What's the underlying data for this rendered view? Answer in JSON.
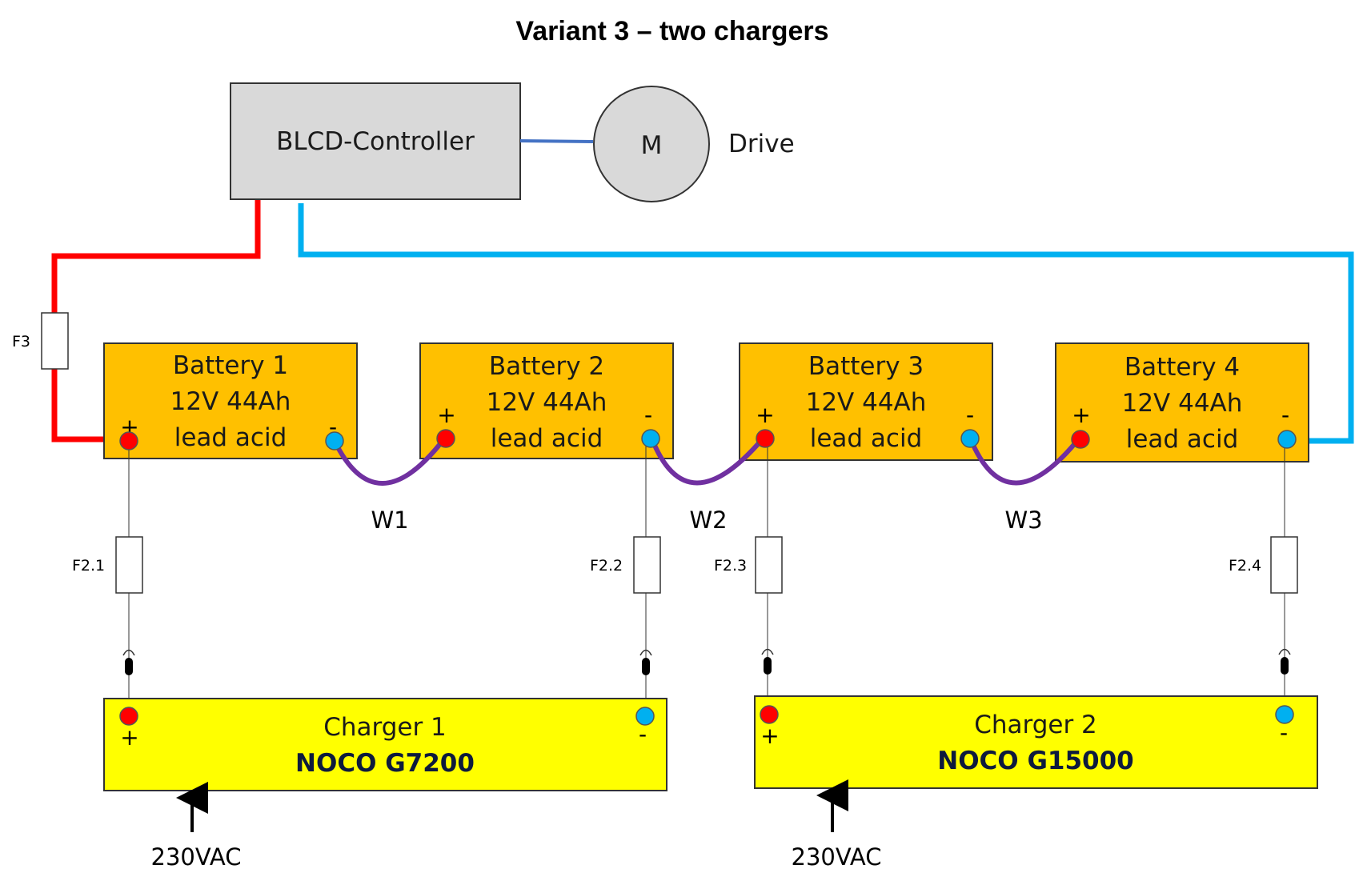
{
  "title": "Variant 3 – two chargers",
  "controller": {
    "label": "BLCD-Controller"
  },
  "motor": {
    "symbol": "M",
    "label": "Drive"
  },
  "batteries": [
    {
      "name": "Battery 1",
      "spec": "12V 44Ah",
      "type": "lead acid",
      "plus": "+",
      "minus": "-"
    },
    {
      "name": "Battery 2",
      "spec": "12V 44Ah",
      "type": "lead acid",
      "plus": "+",
      "minus": "-"
    },
    {
      "name": "Battery 3",
      "spec": "12V 44Ah",
      "type": "lead acid",
      "plus": "+",
      "minus": "-"
    },
    {
      "name": "Battery 4",
      "spec": "12V 44Ah",
      "type": "lead acid",
      "plus": "+",
      "minus": "-"
    }
  ],
  "wires": [
    "W1",
    "W2",
    "W3"
  ],
  "fuses": {
    "main": "F3",
    "f21": "F2.1",
    "f22": "F2.2",
    "f23": "F2.3",
    "f24": "F2.4"
  },
  "chargers": [
    {
      "name": "Charger 1",
      "model": "NOCO G7200",
      "plus": "+",
      "minus": "-",
      "input": "230VAC"
    },
    {
      "name": "Charger 2",
      "model": "NOCO G15000",
      "plus": "+",
      "minus": "-",
      "input": "230VAC"
    }
  ],
  "colors": {
    "positive_wire": "#ff0000",
    "negative_wire": "#00b0f0",
    "link_wire": "#7030a0",
    "motor_link": "#4472c4",
    "battery_fill": "#ffc000",
    "charger_fill": "#ffff00",
    "controller_fill": "#d9d9d9",
    "terminal_plus": "#ff0000",
    "terminal_minus": "#00b0f0"
  }
}
